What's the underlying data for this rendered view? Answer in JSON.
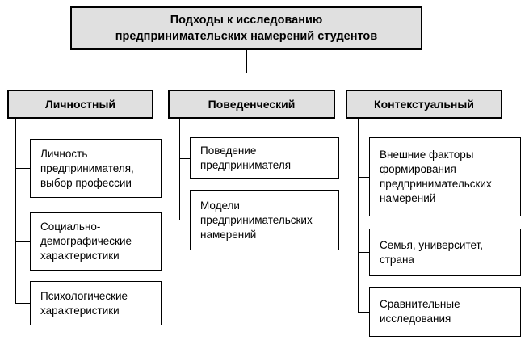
{
  "diagram": {
    "title": "Подходы к исследованию\nпредпринимательских намерений студентов",
    "columns": [
      {
        "header": "Личностный",
        "items": [
          "Личность\nпредпринимателя,\nвыбор профессии",
          "Социально-\nдемографические\nхарактеристики",
          "Психологические\nхарактеристики"
        ]
      },
      {
        "header": "Поведенческий",
        "items": [
          "Поведение\nпредпринимателя",
          "Модели\nпредпринимательских\nнамерений"
        ]
      },
      {
        "header": "Контекстуальный",
        "items": [
          "Внешние факторы\nформирования\nпредпринимательских\nнамерений",
          "Семья, университет,\nстрана",
          "Сравнительные\nисследования"
        ]
      }
    ],
    "colors": {
      "box_fill": "#e0e0e0",
      "line": "#000000",
      "background": "#ffffff"
    }
  }
}
